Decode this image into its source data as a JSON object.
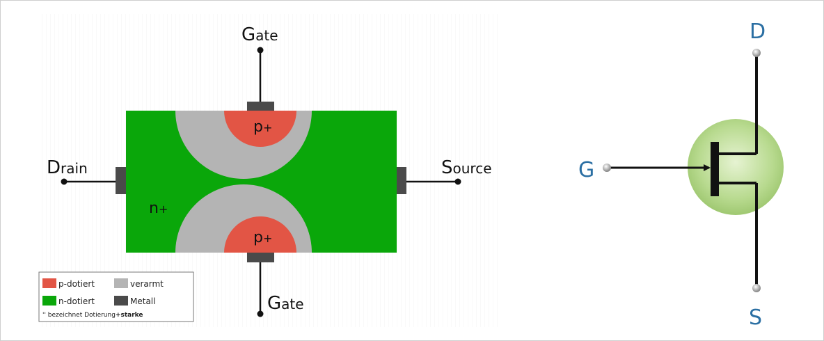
{
  "diagram": {
    "labels": {
      "gate_top": {
        "initial": "G",
        "rest": "ate"
      },
      "gate_bottom": {
        "initial": "G",
        "rest": "ate"
      },
      "drain": {
        "initial": "D",
        "rest": "rain"
      },
      "source": {
        "initial": "S",
        "rest": "ource"
      },
      "p_top": {
        "main": "p",
        "sup": "+"
      },
      "p_bottom": {
        "main": "p",
        "sup": "+"
      },
      "n_region": {
        "main": "n",
        "sup": "+"
      }
    },
    "legend": {
      "items": [
        {
          "label": "p-dotiert",
          "color": "#e25545"
        },
        {
          "label": "verarmt",
          "color": "#b4b4b4"
        },
        {
          "label": "n-dotiert",
          "color": "#0aa70a"
        },
        {
          "label": "Metall",
          "color": "#4a4a4a"
        }
      ],
      "note": {
        "prefix": "'' bezeichnet  Dotierung",
        "bold": "+starke"
      }
    },
    "colors": {
      "p_doped": "#e25545",
      "depleted": "#b4b4b4",
      "n_doped": "#0aa70a",
      "metal": "#4a4a4a",
      "symbol_text": "#2b6fa3",
      "symbol_circle": "#b6d98e"
    }
  },
  "symbol": {
    "labels": {
      "drain": "D",
      "gate": "G",
      "source": "S"
    }
  }
}
